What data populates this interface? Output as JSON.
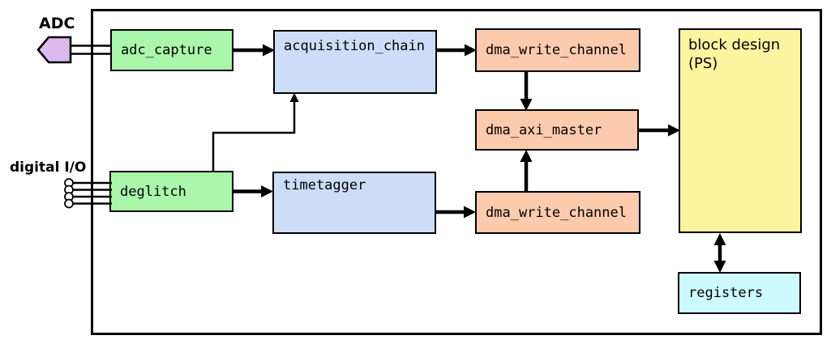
{
  "diagram": {
    "type": "hardware-block-diagram",
    "background": "#ffffff",
    "outline_color": "#000000",
    "ports": {
      "adc": {
        "label": "ADC",
        "shape": "pentagon-arrow-left",
        "color": "#dcbaee",
        "wire_count": 2
      },
      "digital_io": {
        "label": "digital I/O",
        "shape": "pin-circles",
        "pin_count": 4
      }
    },
    "blocks": {
      "adc_capture": {
        "label": "adc_capture",
        "color": "#aaf6aa"
      },
      "acquisition_chain": {
        "label": "acquisition_chain",
        "color": "#cdddf8"
      },
      "dma_write_channel_top": {
        "label": "dma_write_channel",
        "color": "#fccaad"
      },
      "dma_axi_master": {
        "label": "dma_axi_master",
        "color": "#fccaad"
      },
      "block_design_ps": {
        "label": "block design (PS)",
        "color": "#fcf49f"
      },
      "deglitch": {
        "label": "deglitch",
        "color": "#aaf6aa"
      },
      "timetagger": {
        "label": "timetagger",
        "color": "#cdddf8"
      },
      "dma_write_channel_bottom": {
        "label": "dma_write_channel",
        "color": "#fccaad"
      },
      "registers": {
        "label": "registers",
        "color": "#cdfaff"
      }
    },
    "connections": [
      {
        "from": "adc_capture",
        "to": "adc",
        "style": "double-line",
        "direction": "none"
      },
      {
        "from": "digital_io",
        "to": "deglitch",
        "style": "quad-line",
        "direction": "none"
      },
      {
        "from": "adc_capture",
        "to": "acquisition_chain",
        "style": "thick-arrow",
        "direction": "right"
      },
      {
        "from": "acquisition_chain",
        "to": "dma_write_channel_top",
        "style": "thick-arrow",
        "direction": "right"
      },
      {
        "from": "dma_write_channel_top",
        "to": "dma_axi_master",
        "style": "thick-arrow",
        "direction": "down"
      },
      {
        "from": "dma_axi_master",
        "to": "block_design_ps",
        "style": "thick-arrow",
        "direction": "right"
      },
      {
        "from": "deglitch",
        "to": "acquisition_chain",
        "style": "thin-arrow-elbow",
        "direction": "up"
      },
      {
        "from": "deglitch",
        "to": "timetagger",
        "style": "thick-arrow",
        "direction": "right"
      },
      {
        "from": "timetagger",
        "to": "dma_write_channel_bottom",
        "style": "thick-arrow",
        "direction": "right"
      },
      {
        "from": "dma_write_channel_bottom",
        "to": "dma_axi_master",
        "style": "thick-arrow",
        "direction": "up"
      },
      {
        "from": "block_design_ps",
        "to": "registers",
        "style": "thick-arrow",
        "direction": "bidirectional"
      }
    ]
  }
}
